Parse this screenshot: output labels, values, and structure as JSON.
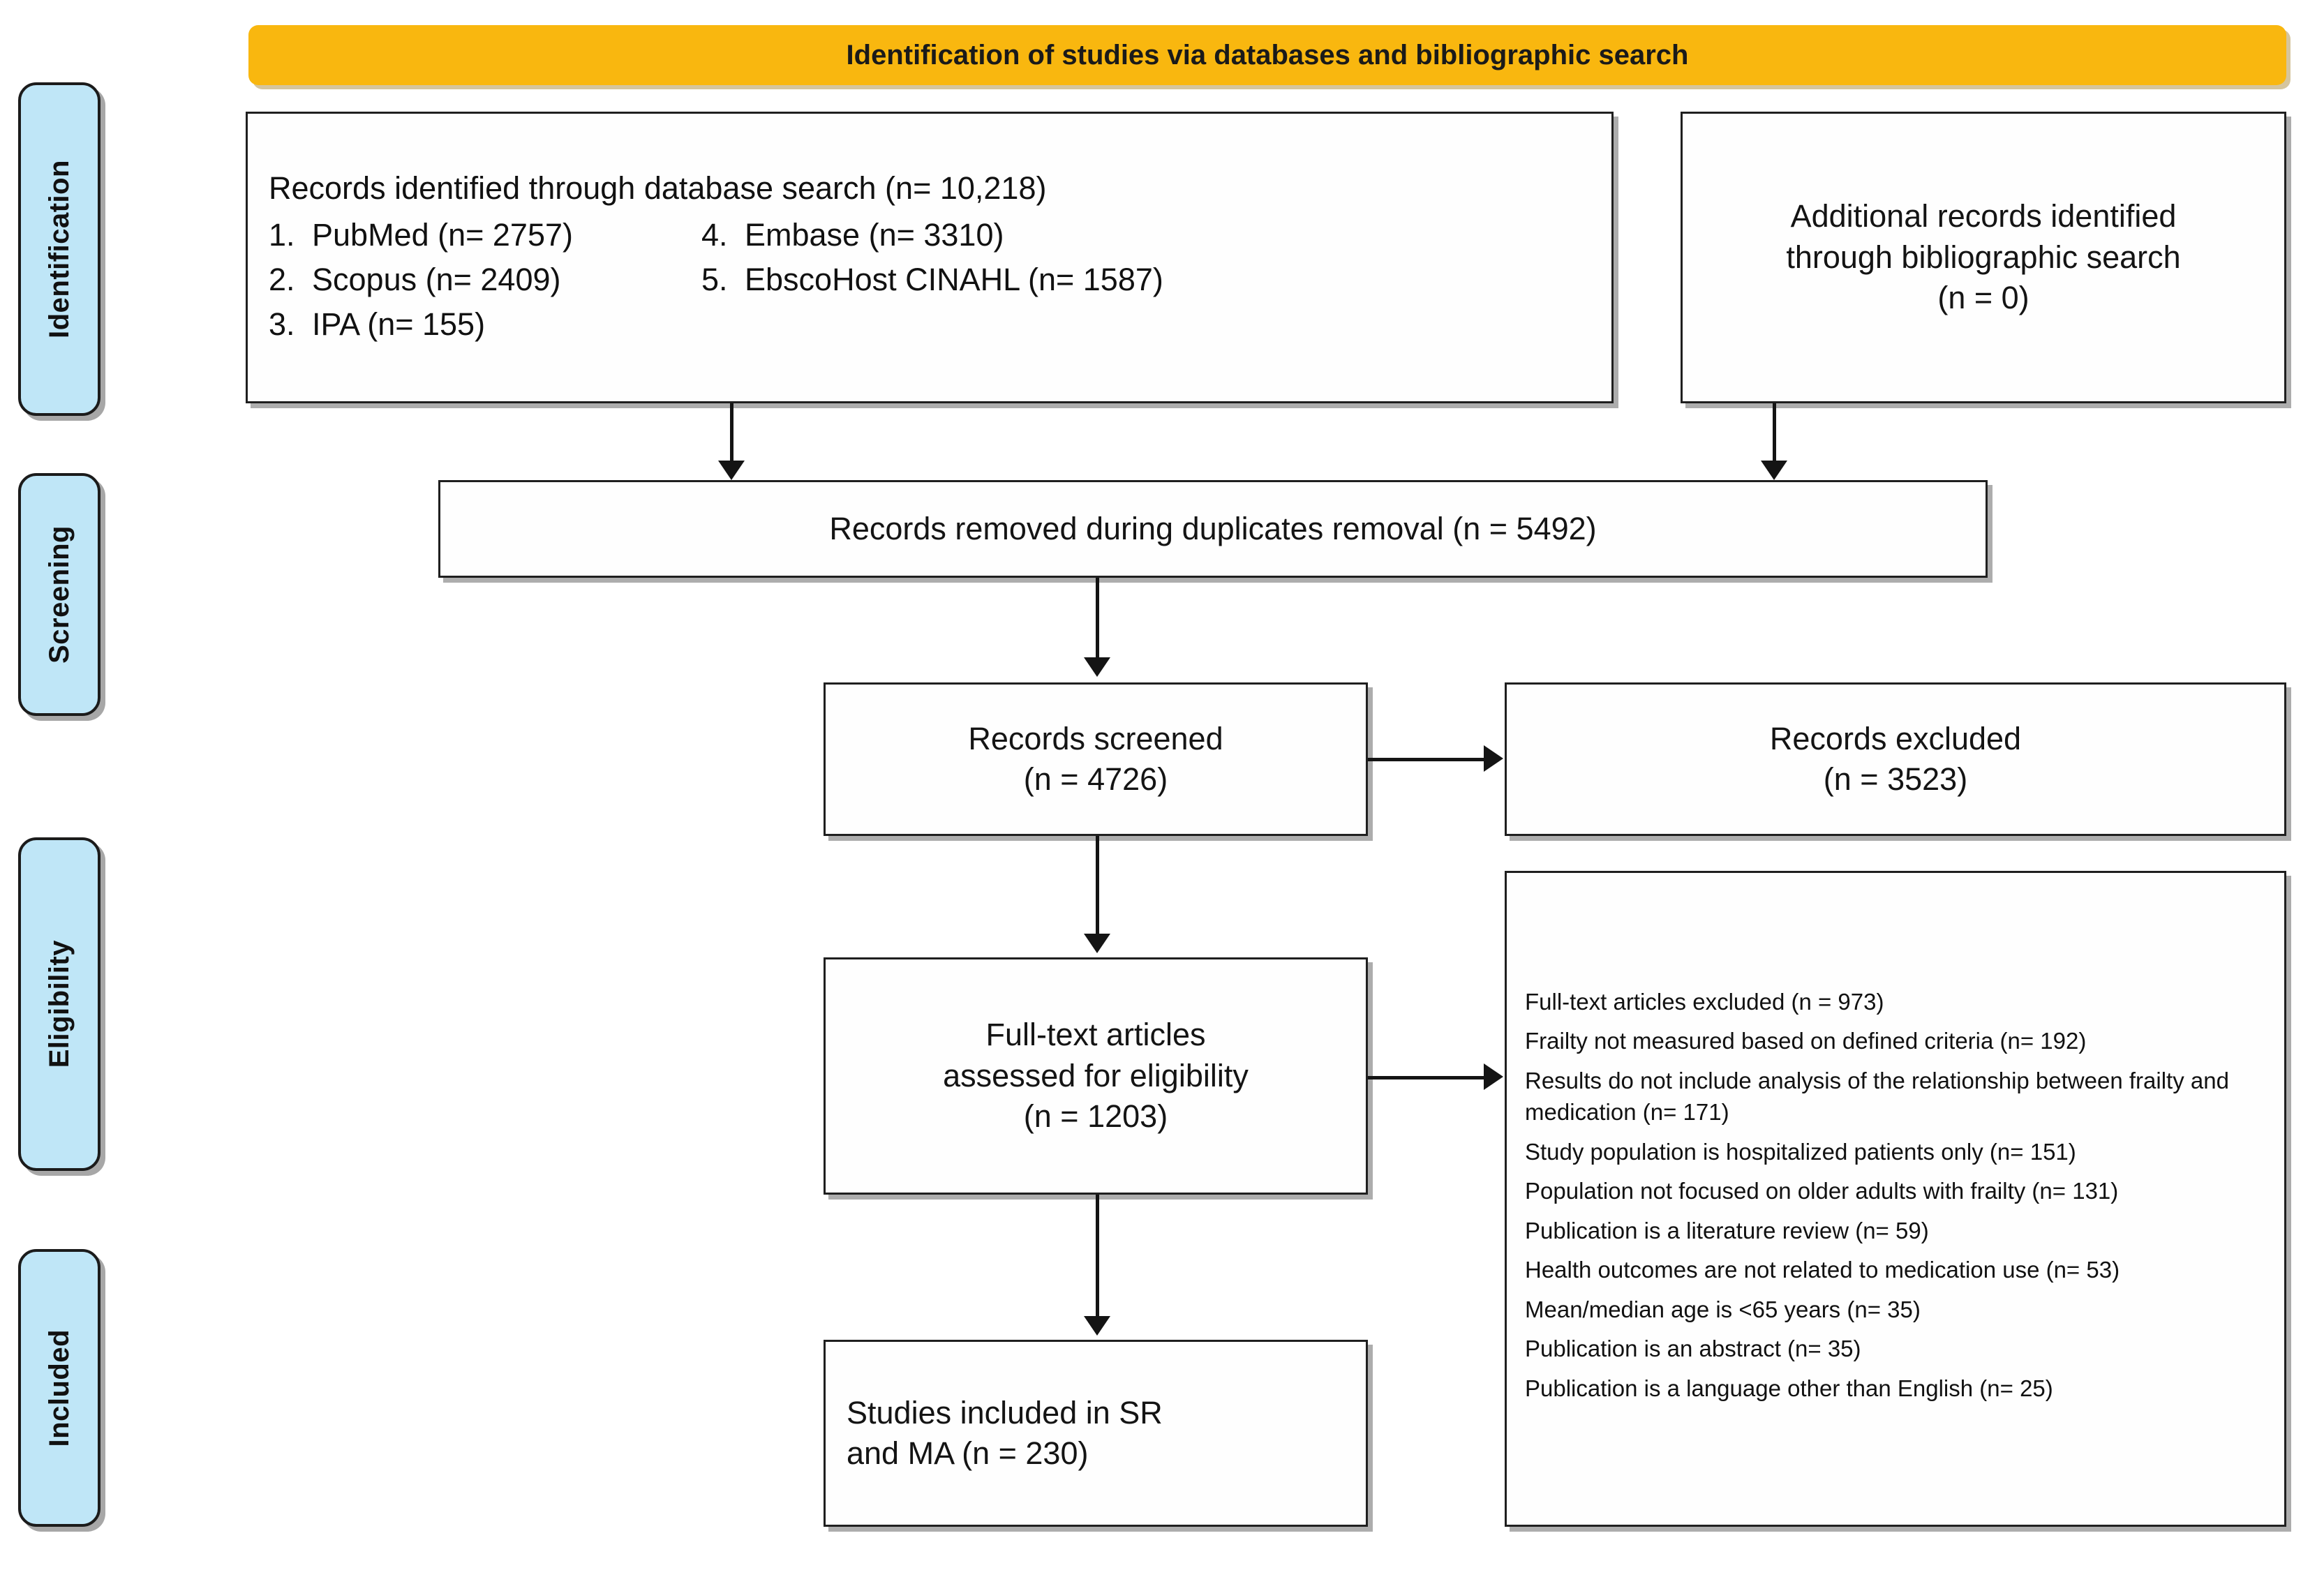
{
  "banner": {
    "title": "Identification of studies via databases and bibliographic search"
  },
  "stages": [
    {
      "label": "Identification"
    },
    {
      "label": "Screening"
    },
    {
      "label": "Eligibility"
    },
    {
      "label": "Included"
    }
  ],
  "boxes": {
    "database_records": {
      "heading": "Records identified through database search (n= 10,218)",
      "sources": [
        {
          "num": "1.",
          "label": "PubMed (n= 2757)"
        },
        {
          "num": "2.",
          "label": "Scopus (n= 2409)"
        },
        {
          "num": "3.",
          "label": "IPA (n= 155)"
        },
        {
          "num": "4.",
          "label": "Embase (n= 3310)"
        },
        {
          "num": "5.",
          "label": "EbscoHost CINAHL (n= 1587)"
        }
      ]
    },
    "additional_records": {
      "line1": "Additional records identified",
      "line2": "through bibliographic search",
      "line3": "(n = 0)"
    },
    "duplicates_removed": {
      "text": "Records removed during duplicates removal (n = 5492)"
    },
    "records_screened": {
      "line1": "Records screened",
      "line2": "(n = 4726)"
    },
    "records_excluded": {
      "line1": "Records excluded",
      "line2": "(n = 3523)"
    },
    "fulltext_assessed": {
      "line1": "Full-text articles",
      "line2": "assessed for eligibility",
      "line3": "(n = 1203)"
    },
    "fulltext_excluded": {
      "reasons": [
        "Full-text articles excluded (n = 973)",
        "Frailty not measured based on defined criteria (n= 192)",
        "Results do not include analysis of the relationship between frailty and medication (n= 171)",
        "Study population is hospitalized patients only (n= 151)",
        "Population not focused on older adults with frailty (n= 131)",
        "Publication is a literature review (n= 59)",
        "Health outcomes are not related to medication use (n= 53)",
        "Mean/median age is <65 years (n= 35)",
        "Publication is an abstract (n= 35)",
        "Publication is a language other than English (n= 25)"
      ]
    },
    "studies_included": {
      "line1": "Studies included in SR",
      "line2": "and MA (n = 230)"
    }
  },
  "colors": {
    "banner": "#f9b70f",
    "stage_tab": "#bfe6f7",
    "box_border": "#1f1f1f",
    "connector": "#141414"
  }
}
